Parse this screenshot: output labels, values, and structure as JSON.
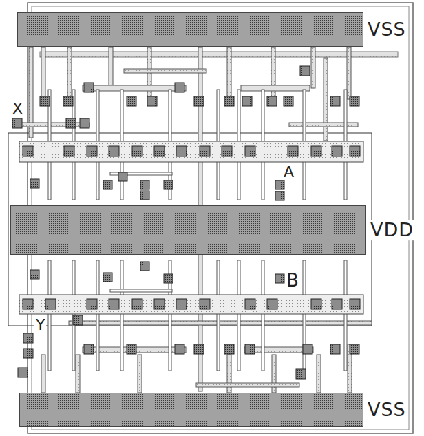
{
  "diagram": {
    "nodes": [
      {
        "text": [
          "VSS"
        ]
      },
      {
        "text": [
          "VDD"
        ]
      },
      {
        "text": [
          "VSS"
        ]
      }
    ],
    "labels": [
      "X",
      "A",
      "B",
      "Y"
    ]
  }
}
